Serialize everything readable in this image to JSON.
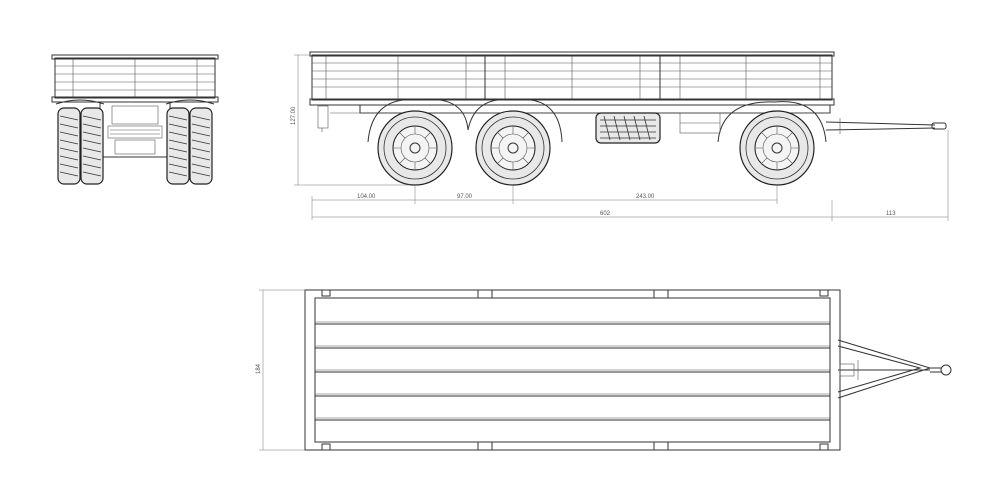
{
  "dimensions": {
    "height_side": "127.00",
    "dim_a": "104.00",
    "dim_b": "97.00",
    "dim_c": "243.00",
    "overall_length": "602",
    "drawbar_length": "113",
    "width_top": "184"
  },
  "colors": {
    "line": "#333333",
    "dimension": "#777777",
    "background": "#ffffff"
  }
}
